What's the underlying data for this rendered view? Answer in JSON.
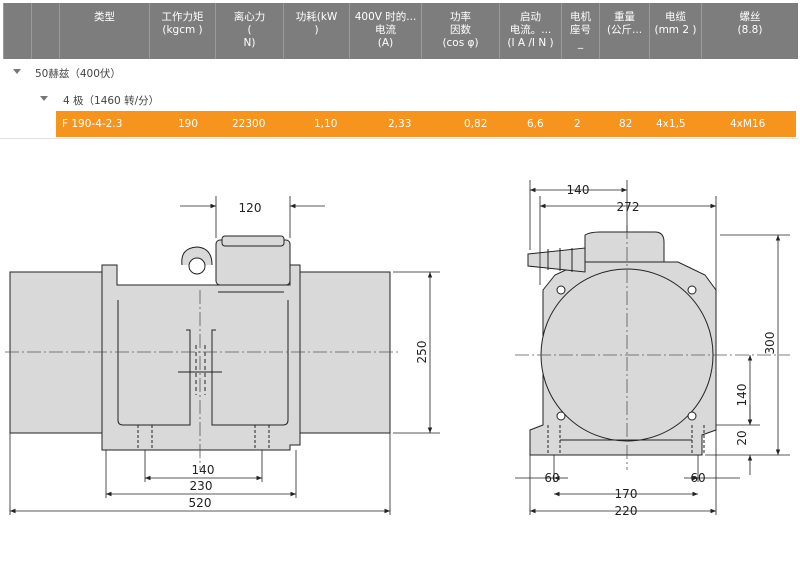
{
  "table": {
    "headers": [
      {
        "lines": [
          "类型"
        ]
      },
      {
        "lines": [
          "",
          "工作力矩",
          "(kgcm )"
        ]
      },
      {
        "lines": [
          "离心力",
          "(",
          "N)"
        ]
      },
      {
        "lines": [
          "功耗(kW",
          ")"
        ]
      },
      {
        "lines": [
          "400V 时的...",
          "电流",
          "(A)"
        ]
      },
      {
        "lines": [
          "功率",
          "因数",
          "(cos φ)"
        ]
      },
      {
        "lines": [
          "启动",
          "电流。...",
          "(I A /I N )"
        ]
      },
      {
        "lines": [
          "电机",
          "座号",
          "_"
        ]
      },
      {
        "lines": [
          "重量",
          "(公斤..."
        ]
      },
      {
        "lines": [
          "电缆",
          "(mm 2 )"
        ]
      },
      {
        "lines": [
          "螺丝",
          "(8.8)"
        ]
      }
    ],
    "group1": "50赫兹（400伏）",
    "group2": "4 极（1460 转/分）",
    "row": [
      "F 190-4-2.3",
      "190",
      "22300",
      "1,10",
      "2,33",
      "0,82",
      "6,6",
      "2",
      "82",
      "4x1,5",
      "4xM16"
    ]
  },
  "drawing": {
    "left_dims": {
      "top_width": "120",
      "height": "250",
      "d140": "140",
      "d230": "230",
      "d520": "520"
    },
    "right_dims": {
      "d140": "140",
      "d272": "272",
      "h300": "300",
      "h140": "140",
      "h20": "20",
      "d60a": "60",
      "d60b": "60",
      "d170": "170",
      "d220": "220"
    }
  },
  "colors": {
    "header_bg": "#7d7d7d",
    "highlight_row": "#f7941d",
    "body_fill": "#d9d9d9"
  }
}
